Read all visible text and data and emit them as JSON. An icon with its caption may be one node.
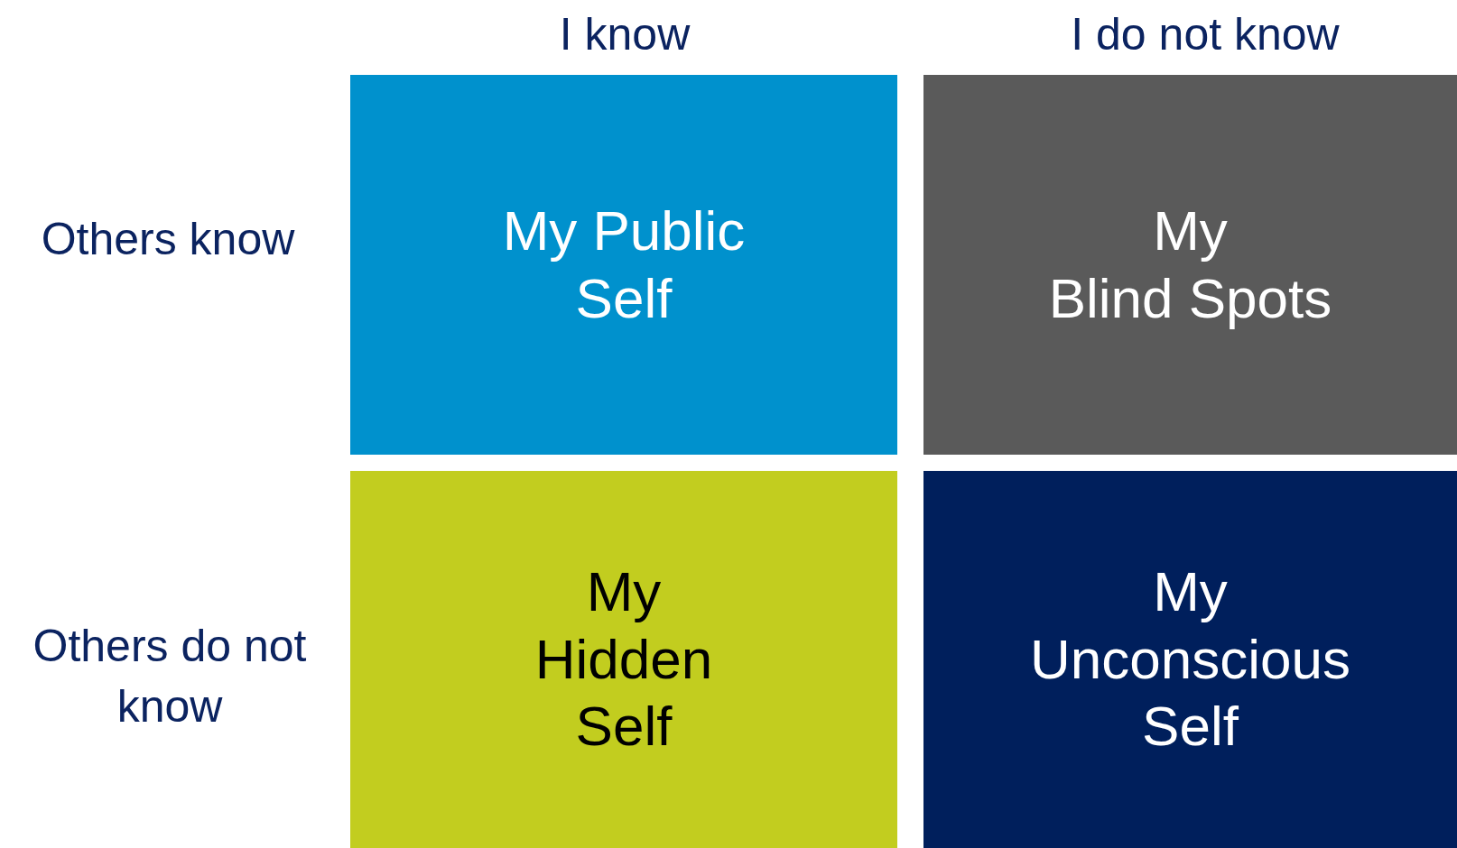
{
  "diagram": {
    "nodes": [
      {
        "text": [
          "My Public Self"
        ]
      },
      {
        "text": [
          "My Blind Spots"
        ]
      },
      {
        "text": [
          "My Hidden Self"
        ]
      },
      {
        "text": [
          "My Unconscious Self"
        ]
      }
    ],
    "labels": [
      "I know",
      "I do not know",
      "Others know",
      "Others do not know"
    ]
  }
}
